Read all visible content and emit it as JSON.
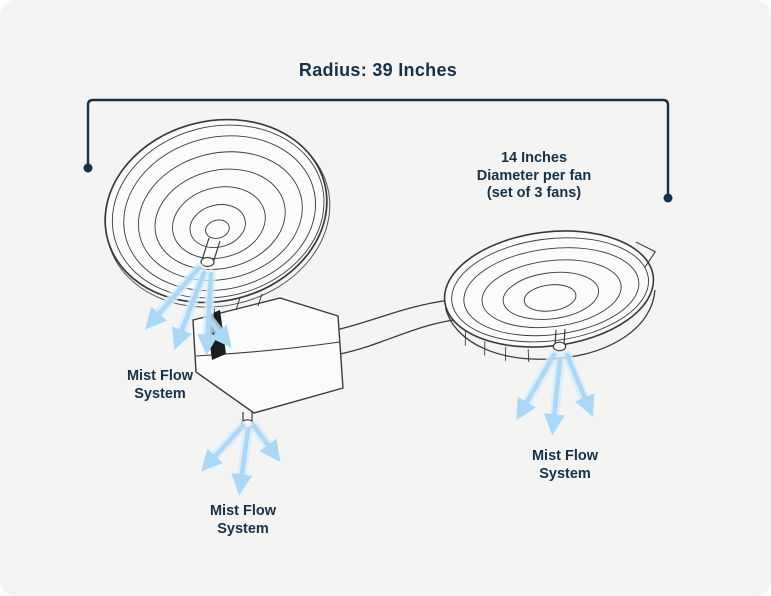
{
  "canvas": {
    "background_color": "#f4f4f3",
    "accent_color": "#14324a",
    "sketch_ink_color": "#333333",
    "mist_arrow_color": "#a9d9f6"
  },
  "annotations": {
    "radius": "Radius: 39 Inches",
    "diameter": [
      "14 Inches",
      "Diameter per fan",
      "(set of 3 fans)"
    ],
    "mist": [
      {
        "position": "left",
        "line1": "Mist Flow",
        "line2": "System"
      },
      {
        "position": "bottom-center",
        "line1": "Mist Flow",
        "line2": "System"
      },
      {
        "position": "right",
        "line1": "Mist Flow",
        "line2": "System"
      }
    ]
  }
}
